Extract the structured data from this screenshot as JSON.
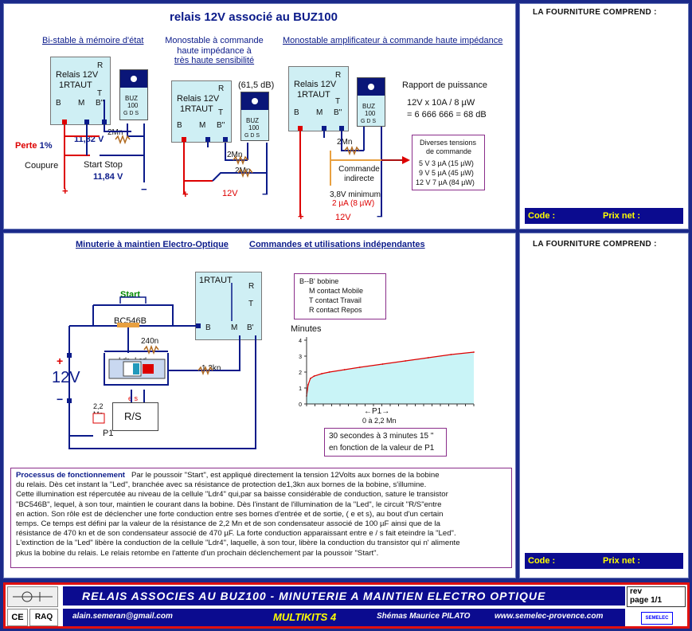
{
  "top": {
    "title": "relais 12V associé au BUZ100",
    "sections": [
      "Bi-stable à mémoire d'état",
      "Monostable à commande haute impédance à très haute sensibilité",
      "Monostable amplificateur à  commande haute impédance"
    ],
    "section2_lines": [
      "Monostable à commande",
      "haute impédance à",
      "très haute sensibilité"
    ],
    "relay_label": "Relais 12V",
    "relay_ref": "1RTAUT",
    "pins": {
      "b": "B",
      "m": "M",
      "b2": "B''",
      "r": "R",
      "t": "T"
    },
    "buz_label": "BUZ",
    "buz_num": "100",
    "buz_pins": "G  D  S",
    "perte": "Perte",
    "perte_pct": "1%",
    "coupure": "Coupure",
    "v1": "11,82 V",
    "v2": "11,84 V",
    "start_stop": "Start Stop",
    "res": "2Mn",
    "db": "(61,5 dB)",
    "v12": "12V",
    "power_title": "Rapport de puissance",
    "power_calc1": "12V x 10A / 8 µW",
    "power_calc2": "= 6 666 666 = 68 dB",
    "indirect": [
      "Commande",
      "indirecte"
    ],
    "minimum": [
      "3,8V minimum",
      "2 µA  (8 µW)"
    ],
    "tensions_title": [
      "Diverses tensions",
      "de commande"
    ],
    "tensions": [
      "5 V  3 µA  (15 µW)",
      "9 V  5 µA  (45 µW)",
      "12 V  7 µA  (84 µW)"
    ],
    "plus": "+",
    "minus": "−"
  },
  "bottom": {
    "title1": "Minuterie à maintien Electro-Optique",
    "title2": "Commandes et utilisations indépendantes",
    "start": "Start",
    "transistor": "BC546B",
    "relay_ref": "1RTAUT",
    "r240": "240n",
    "ldr": "Ldr",
    "led": "Led",
    "r13k": "1,3kn",
    "v12": "12V",
    "rs": "R/S",
    "es": "e  s",
    "p1": "P1",
    "p1val": [
      "2,2",
      "Mn"
    ],
    "pins_b": "B",
    "pins_m": "M",
    "pins_b2": "B'",
    "legend": [
      "B--B' bobine",
      "M contact Mobile",
      "T contact Travail",
      "R contact Repos"
    ],
    "timer_note": [
      "30 secondes à 3 minutes 15 \"",
      "en fonction de la valeur de P1"
    ]
  },
  "chart_data": {
    "type": "line",
    "title": "",
    "ylabel": "Minutes",
    "xlabel": "P1",
    "xrange_label": "0 à 2,2 Mn",
    "x_ticks": [],
    "y_ticks": [
      "0",
      "1",
      "2",
      "3",
      "4"
    ],
    "ylim": [
      0,
      4
    ],
    "xlim": [
      0,
      2.2
    ],
    "x": [
      0,
      0.02,
      0.05,
      0.1,
      0.2,
      0.3,
      0.5,
      0.7,
      1.0,
      1.3,
      1.6,
      1.9,
      2.2
    ],
    "values": [
      0.5,
      1.2,
      1.6,
      1.75,
      1.9,
      2.0,
      2.15,
      2.3,
      2.5,
      2.7,
      2.9,
      3.1,
      3.25
    ]
  },
  "process": {
    "heading": "Processus de fonctionnement",
    "lines": [
      "Par le poussoir \"Start\", est appliqué directement la tension 12Volts aux bornes de la bobine",
      "du relais.   Dès cet instant la \"Led\", branchée avec sa résistance de protection de1,3kn aux bornes de la bobine, s'illumine.",
      "Cette illumination est répercutée au niveau de la cellule \"Ldr4\" qui,par sa baisse considérable de conduction, sature le transistor",
      "\"BC546B\",  lequel,  à son tour, maintien le courant  dans la bobine.  Dès l'instant de l'illumination de la \"Led\", le circuit \"R/S\"entre",
      "en action.  Son rôle est de déclencher une forte conduction entre ses bornes d'entrée et de sortie, ( e et s), au bout d'un certain",
      "temps.    Ce temps est défini par la valeur de la résistance de 2,2 Mn et de son condensateur associé de 100 µF ainsi que de la",
      "résistance de 470 kn et de son condensateur associé de 470 µF. La forte  conduction apparaissant entre e / s fait eteindre la \"Led\".",
      "L'extinction de la \"Led\" libère la conduction de la cellule \"Ldr4\", laquelle, à son tour, libère la conduction du transistor qui n' alimente",
      "pkus la bobine du relais.  Le relais  retombe en l'attente d'un  prochain déclenchement par la poussoir \"Start\"."
    ]
  },
  "sidebar": {
    "heading": "LA FOURNITURE COMPREND :",
    "code": "Code  :",
    "prix": "Prix net  :"
  },
  "footer": {
    "title": "RELAIS ASSOCIES AU BUZ100 - MINUTERIE  A MAINTIEN ELECTRO OPTIQUE",
    "rev": "rev",
    "page": "page 1/1",
    "ce": "CE",
    "raq": "RAQ",
    "email": "alain.semeran@gmail.com",
    "kit": "MULTIKITS 4",
    "author": "Shémas Maurice PILATO",
    "website": "www.semelec-provence.com",
    "logo": "SEMELEC"
  },
  "colors": {
    "navy": "#0b1b8a",
    "red": "#dd1010",
    "curve_fill": "#c9f4f7",
    "yellow": "#ffff00"
  }
}
